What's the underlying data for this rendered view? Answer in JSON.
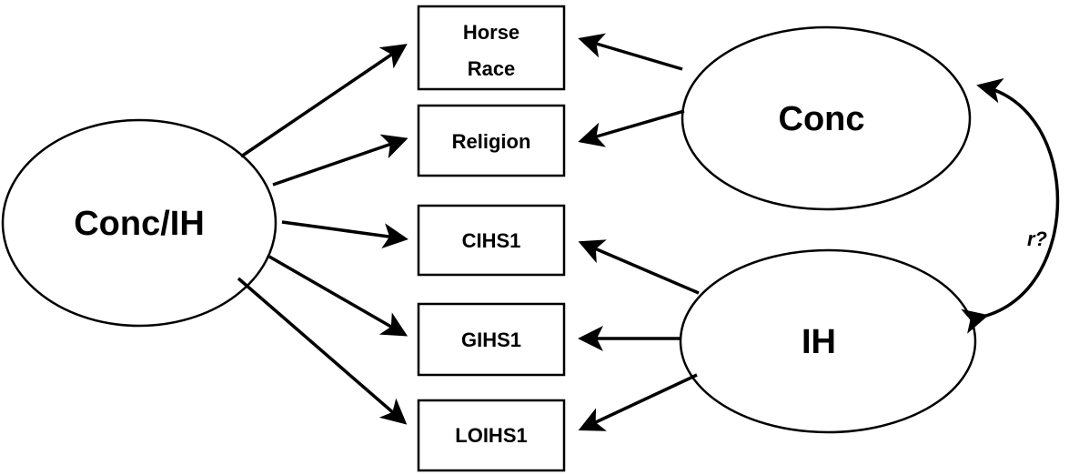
{
  "latent": {
    "general": "Conc/IH",
    "conc": "Conc",
    "ih": "IH"
  },
  "indicators": [
    "Horse",
    "Race",
    "Religion",
    "CIHS1",
    "GIHS1",
    "LOIHS1"
  ],
  "correlation_label": "r?"
}
